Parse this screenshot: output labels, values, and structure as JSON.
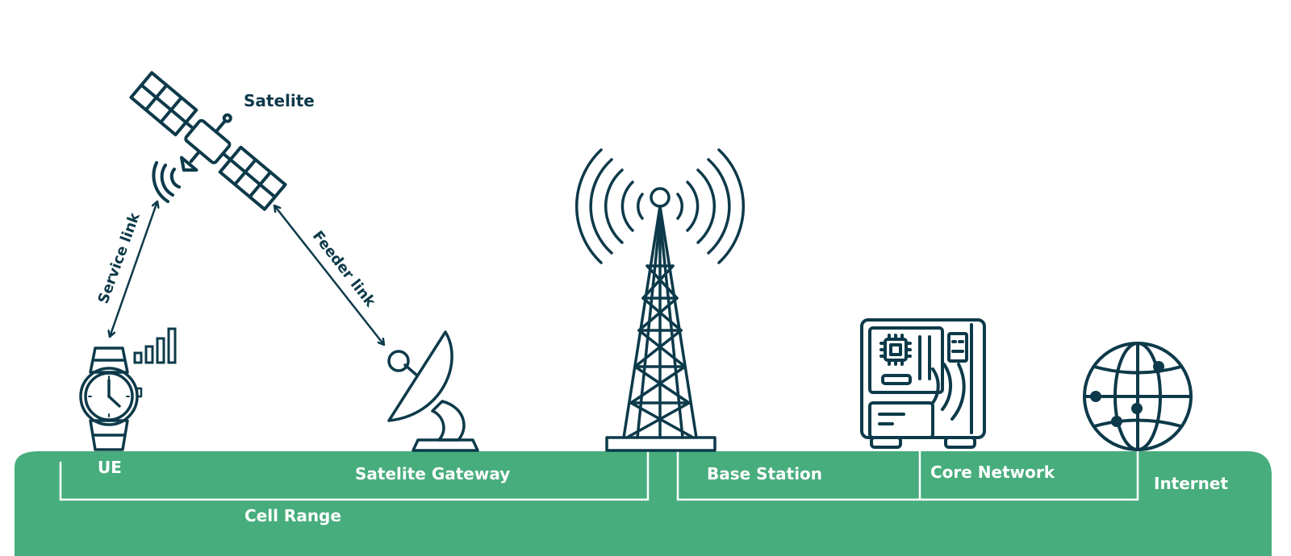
{
  "labels": {
    "satellite": "Satelite",
    "service_link": "Service link",
    "feeder_link": "Feeder link",
    "ue": "UE",
    "satellite_gateway": "Satelite Gateway",
    "base_station": "Base Station",
    "core_network": "Core Network",
    "internet": "Internet",
    "cell_range": "Cell Range"
  },
  "colors": {
    "ink": "#0d3a4a",
    "ground": "#47ad7d",
    "ground_text": "#ffffff"
  },
  "icons": [
    "satellite-icon",
    "smartwatch-icon",
    "signal-bars-icon",
    "satellite-dish-icon",
    "cell-tower-icon",
    "server-icon",
    "globe-icon"
  ]
}
